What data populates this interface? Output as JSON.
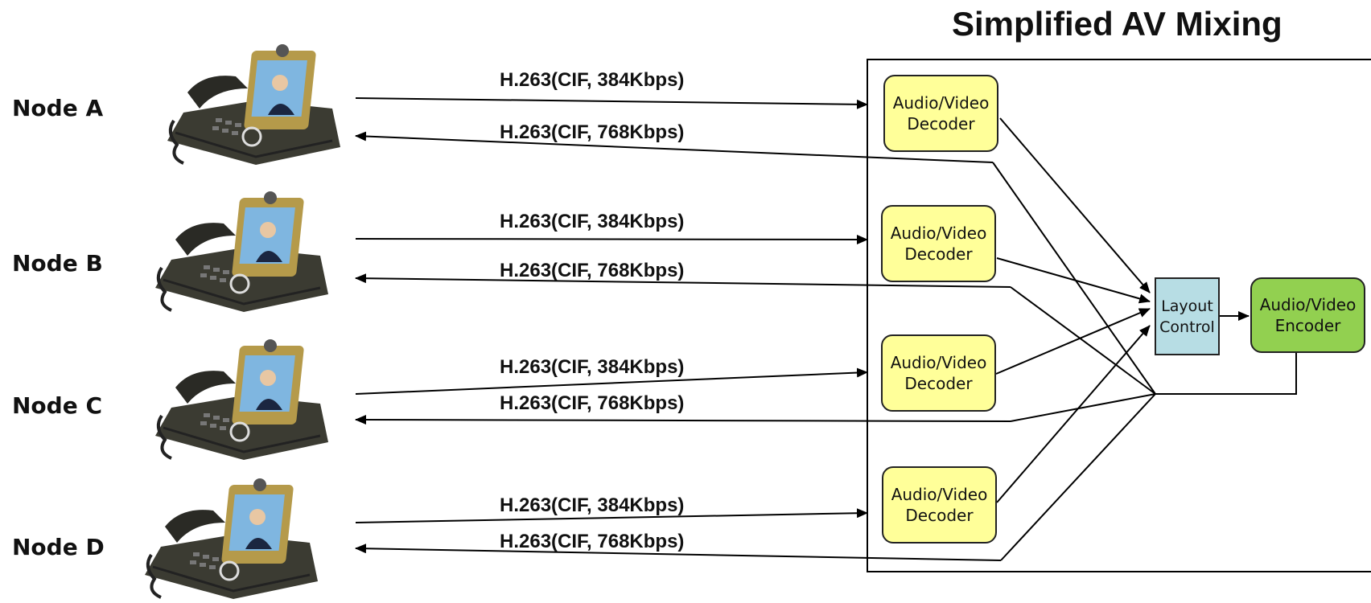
{
  "title": "Simplified AV Mixing",
  "nodes": [
    {
      "label": "Node A"
    },
    {
      "label": "Node B"
    },
    {
      "label": "Node C"
    },
    {
      "label": "Node D"
    }
  ],
  "streams": {
    "up": "H.263(CIF, 384Kbps)",
    "down": "H.263(CIF, 768Kbps)"
  },
  "decoder": {
    "line1": "Audio/Video",
    "line2": "Decoder"
  },
  "layout_control": {
    "line1": "Layout",
    "line2": "Control"
  },
  "encoder": {
    "line1": "Audio/Video",
    "line2": "Encoder"
  },
  "colors": {
    "decoder": "#ffff99",
    "layout_control": "#b7dde4",
    "encoder": "#92d050",
    "phone_body": "#3d3d35",
    "phone_gold": "#b59a4a"
  },
  "icons": [
    "video-phone-icon"
  ]
}
